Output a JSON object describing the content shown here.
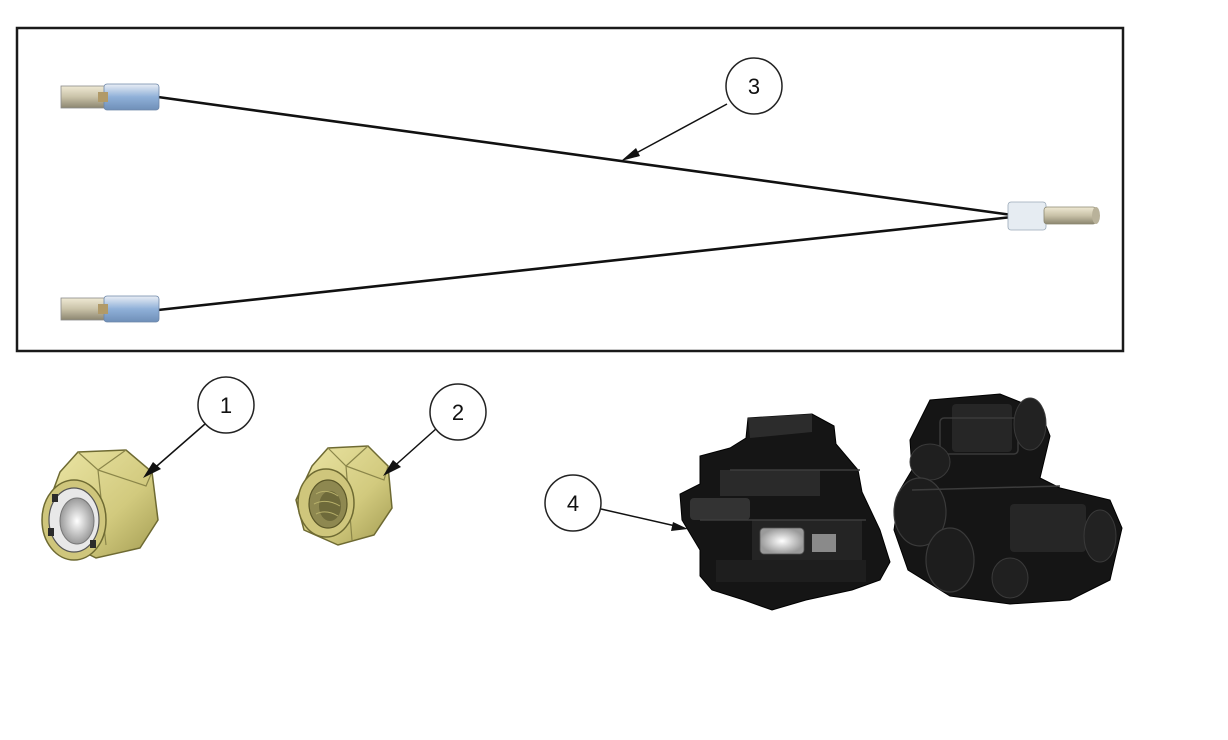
{
  "callouts": {
    "c1": "1",
    "c2": "2",
    "c3": "3",
    "c4": "4"
  },
  "colors": {
    "frame": "#1a1a1a",
    "nut_body": "#d9d28a",
    "nut_shade": "#a9a35a",
    "nut_dark": "#6e6a32",
    "connector": "#151515",
    "connector_hi": "#3a3a3a",
    "terminal_blue": "#8fb0d8",
    "terminal_metal": "#c9c2a8"
  },
  "icons": [
    "nylon-lock-nut-icon",
    "lock-nut-icon",
    "wire-harness-icon",
    "connector-housing-icon"
  ]
}
